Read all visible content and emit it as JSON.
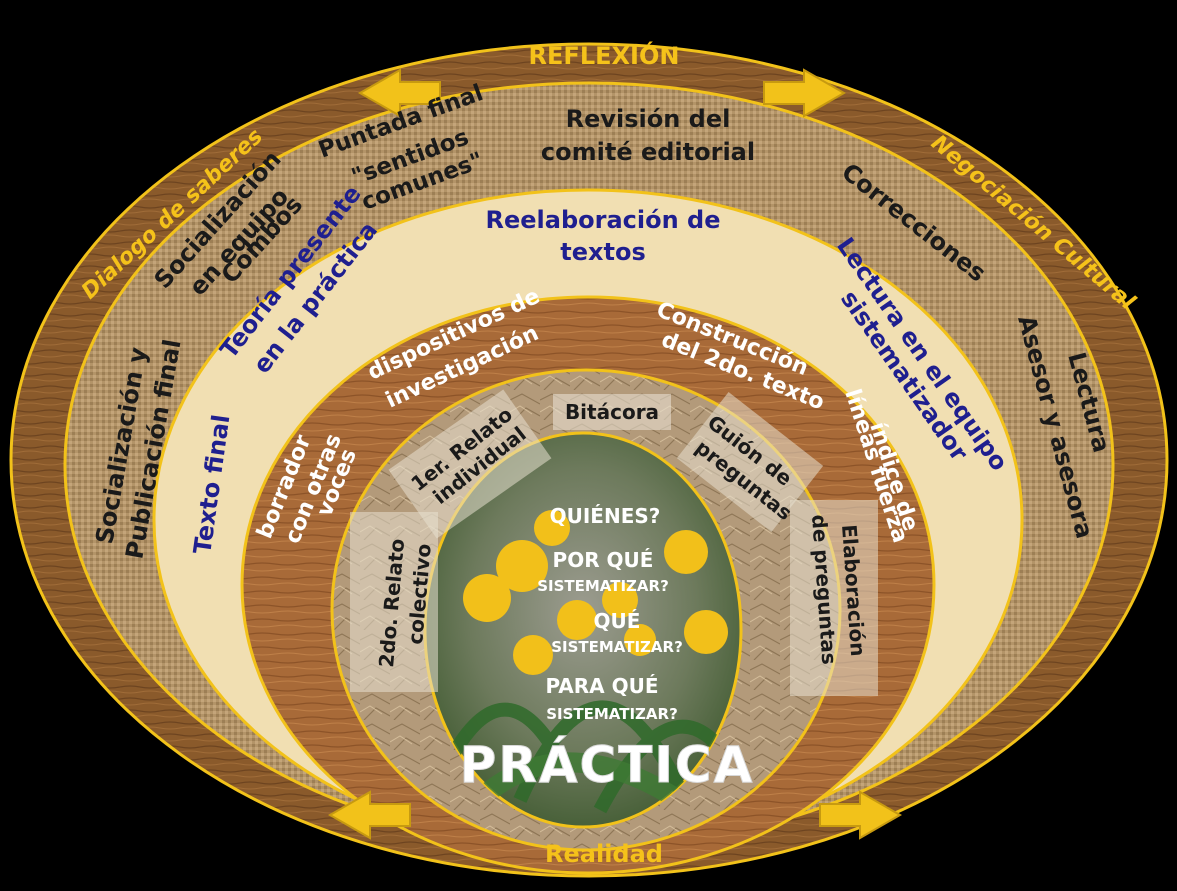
{
  "colors": {
    "background": "#000000",
    "outer_wood": "#8a5a2b",
    "jute": "#b39468",
    "parchment": "#f1dfb2",
    "inner_wood": "#a86a38",
    "crumpled_paper": "#b39a7a",
    "border_yellow": "#f2c21a",
    "label_yellow": "#f5c21a",
    "label_blue": "#1f1f8f",
    "label_dark": "#1a1a1a",
    "label_white": "#ffffff",
    "flower": "#f2c01a",
    "leaf": "#2f6a2a"
  },
  "outer_ring": {
    "top": "REFLEXIÓN",
    "bottom": "Realidad",
    "left": "Dialogo de saberes",
    "right": "Negociación Cultural"
  },
  "jute_ring": {
    "items": [
      "Socialización y",
      "Publicación final",
      "Socialización",
      "en equipo",
      "Combos",
      "Puntada final",
      "\"sentidos",
      "comunes\"",
      "Revisión del",
      "comité editorial",
      "Correcciones",
      "Lectura",
      "Asesor y asesora"
    ]
  },
  "parchment_ring": {
    "items": [
      "Texto final",
      "Teoría presente",
      "en la práctica",
      "Reelaboración de",
      "textos",
      "Lectura en el equipo",
      "sistematizador"
    ]
  },
  "wood_ring": {
    "items": [
      "borrador",
      "con otras",
      "voces",
      "dispositivos de",
      "investigación",
      "Construcción",
      "del 2do. texto",
      "índice de",
      "líneas fuerza"
    ]
  },
  "paper_ring": {
    "items": [
      "2do. Relato",
      "colectivo",
      "1er. Relato",
      "individual",
      "Bitácora",
      "Guión de",
      "preguntas",
      "Elaboración",
      "de preguntas"
    ]
  },
  "center": {
    "questions": [
      "QUIÉNES?",
      "POR QUÉ",
      "SISTEMATIZAR?",
      "QUÉ",
      "SISTEMATIZAR?",
      "PARA QUÉ",
      "SISTEMATIZAR?"
    ],
    "title": "PRÁCTICA"
  }
}
